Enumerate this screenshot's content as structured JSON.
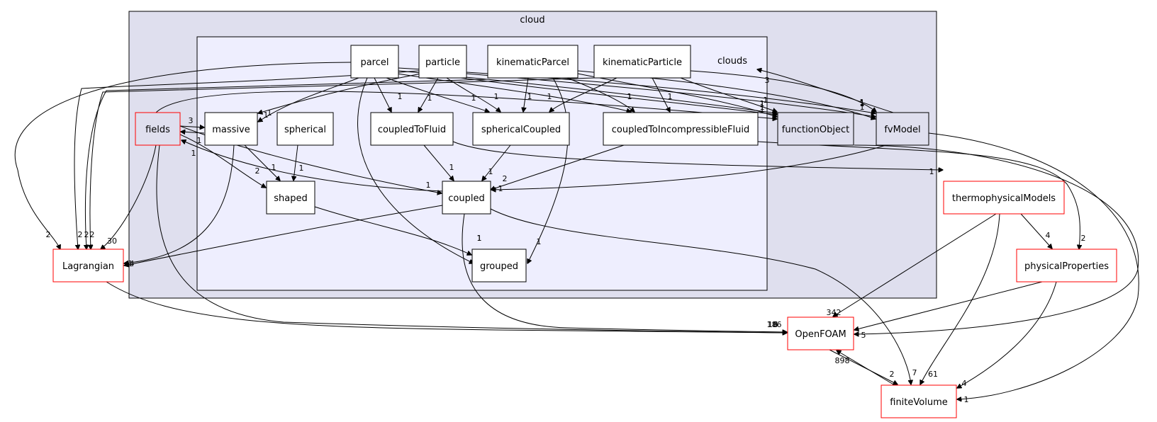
{
  "colors": {
    "background": "#ffffff",
    "outer_cluster_fill": "#dfdfee",
    "inner_cluster_fill": "#eeeefe",
    "node_fill_white": "#ffffff",
    "node_fill_inner": "#dfdfee",
    "border_black": "#000000",
    "border_red": "#ff0000",
    "edge": "#000000"
  },
  "clusters": {
    "outer": {
      "label": "cloud"
    },
    "inner": {
      "label": "clouds"
    }
  },
  "nodes": [
    {
      "id": "parcel",
      "label": "parcel",
      "style": "white"
    },
    {
      "id": "particle",
      "label": "particle",
      "style": "white"
    },
    {
      "id": "kinematicParcel",
      "label": "kinematicParcel",
      "style": "white"
    },
    {
      "id": "kinematicParticle",
      "label": "kinematicParticle",
      "style": "white"
    },
    {
      "id": "massive",
      "label": "massive",
      "style": "white"
    },
    {
      "id": "spherical",
      "label": "spherical",
      "style": "white"
    },
    {
      "id": "coupledToFluid",
      "label": "coupledToFluid",
      "style": "white"
    },
    {
      "id": "sphericalCoupled",
      "label": "sphericalCoupled",
      "style": "white"
    },
    {
      "id": "coupledToIncompressibleFluid",
      "label": "coupledToIncompressibleFluid",
      "style": "white"
    },
    {
      "id": "shaped",
      "label": "shaped",
      "style": "white"
    },
    {
      "id": "coupled",
      "label": "coupled",
      "style": "white"
    },
    {
      "id": "grouped",
      "label": "grouped",
      "style": "white"
    },
    {
      "id": "fields",
      "label": "fields",
      "style": "red-inner"
    },
    {
      "id": "functionObject",
      "label": "functionObject",
      "style": "inner"
    },
    {
      "id": "fvModel",
      "label": "fvModel",
      "style": "inner"
    },
    {
      "id": "thermophysicalModels",
      "label": "thermophysicalModels",
      "style": "red"
    },
    {
      "id": "physicalProperties",
      "label": "physicalProperties",
      "style": "red"
    },
    {
      "id": "Lagrangian",
      "label": "Lagrangian",
      "style": "red"
    },
    {
      "id": "OpenFOAM",
      "label": "OpenFOAM",
      "style": "red"
    },
    {
      "id": "finiteVolume",
      "label": "finiteVolume",
      "style": "red"
    }
  ],
  "edges": [
    {
      "from": "parcel",
      "to": "coupledToFluid",
      "label": "1"
    },
    {
      "from": "parcel",
      "to": "sphericalCoupled",
      "label": "1"
    },
    {
      "from": "parcel",
      "to": "massive",
      "label": "1"
    },
    {
      "from": "parcel",
      "to": "grouped",
      "label": "1"
    },
    {
      "from": "parcel",
      "to": "coupledToIncompressibleFluid",
      "label": "1"
    },
    {
      "from": "parcel",
      "to": "functionObject",
      "label": "1"
    },
    {
      "from": "parcel",
      "to": "fvModel",
      "label": "1"
    },
    {
      "from": "parcel",
      "to": "Lagrangian",
      "label": "2"
    },
    {
      "from": "particle",
      "to": "coupledToFluid",
      "label": "1"
    },
    {
      "from": "particle",
      "to": "sphericalCoupled",
      "label": "1"
    },
    {
      "from": "particle",
      "to": "massive",
      "label": "1"
    },
    {
      "from": "particle",
      "to": "functionObject",
      "label": "1"
    },
    {
      "from": "particle",
      "to": "fvModel",
      "label": "1"
    },
    {
      "from": "particle",
      "to": "Lagrangian",
      "label": "2"
    },
    {
      "from": "kinematicParcel",
      "to": "sphericalCoupled",
      "label": "1"
    },
    {
      "from": "kinematicParcel",
      "to": "coupledToIncompressibleFluid",
      "label": "1"
    },
    {
      "from": "kinematicParcel",
      "to": "grouped",
      "label": "1"
    },
    {
      "from": "kinematicParcel",
      "to": "functionObject",
      "label": "1"
    },
    {
      "from": "kinematicParcel",
      "to": "fvModel",
      "label": "1"
    },
    {
      "from": "kinematicParcel",
      "to": "Lagrangian",
      "label": "2"
    },
    {
      "from": "kinematicParticle",
      "to": "sphericalCoupled",
      "label": "1"
    },
    {
      "from": "kinematicParticle",
      "to": "coupledToIncompressibleFluid",
      "label": "1"
    },
    {
      "from": "kinematicParticle",
      "to": "functionObject",
      "label": "1"
    },
    {
      "from": "kinematicParticle",
      "to": "fvModel",
      "label": "1"
    },
    {
      "from": "kinematicParticle",
      "to": "Lagrangian",
      "label": "2"
    },
    {
      "from": "fields",
      "to": "massive",
      "label": "3"
    },
    {
      "from": "fields",
      "to": "shaped",
      "label": "2"
    },
    {
      "from": "fields",
      "to": "coupled",
      "label": "1"
    },
    {
      "from": "fields",
      "to": "functionObject",
      "label": "1"
    },
    {
      "from": "fields",
      "to": "Lagrangian",
      "label": "30"
    },
    {
      "from": "fields",
      "to": "OpenFOAM",
      "label": "18"
    },
    {
      "from": "massive",
      "to": "fields",
      "label": "1"
    },
    {
      "from": "massive",
      "to": "shaped",
      "label": "1"
    },
    {
      "from": "massive",
      "to": "Lagrangian",
      "label": "1"
    },
    {
      "from": "spherical",
      "to": "shaped",
      "label": "1"
    },
    {
      "from": "coupledToFluid",
      "to": "coupled",
      "label": "1"
    },
    {
      "from": "coupledToFluid",
      "to": "thermophysicalModels",
      "label": "1"
    },
    {
      "from": "sphericalCoupled",
      "to": "coupled",
      "label": "1"
    },
    {
      "from": "coupledToIncompressibleFluid",
      "to": "coupled",
      "label": "1"
    },
    {
      "from": "coupledToIncompressibleFluid",
      "to": "physicalProperties",
      "label": "2"
    },
    {
      "from": "coupled",
      "to": "fields",
      "label": "1"
    },
    {
      "from": "coupled",
      "to": "Lagrangian",
      "label": "4"
    },
    {
      "from": "coupled",
      "to": "OpenFOAM",
      "label": "6"
    },
    {
      "from": "coupled",
      "to": "finiteVolume",
      "label": "7"
    },
    {
      "from": "shaped",
      "to": "grouped",
      "label": "1"
    },
    {
      "from": "fvModel",
      "to": "coupled",
      "label": "2"
    },
    {
      "from": "fvModel",
      "to": "clouds",
      "label": "3"
    },
    {
      "from": "fvModel",
      "to": "finiteVolume",
      "label": "1"
    },
    {
      "from": "functionObject",
      "to": "OpenFOAM",
      "label": "5"
    },
    {
      "from": "thermophysicalModels",
      "to": "physicalProperties",
      "label": "4"
    },
    {
      "from": "thermophysicalModels",
      "to": "OpenFOAM",
      "label": "342"
    },
    {
      "from": "thermophysicalModels",
      "to": "finiteVolume",
      "label": "61"
    },
    {
      "from": "physicalProperties",
      "to": "OpenFOAM",
      "label": ""
    },
    {
      "from": "physicalProperties",
      "to": "finiteVolume",
      "label": "4"
    },
    {
      "from": "Lagrangian",
      "to": "OpenFOAM",
      "label": "186"
    },
    {
      "from": "OpenFOAM",
      "to": "finiteVolume",
      "label": "2"
    },
    {
      "from": "finiteVolume",
      "to": "OpenFOAM",
      "label": "898"
    }
  ]
}
